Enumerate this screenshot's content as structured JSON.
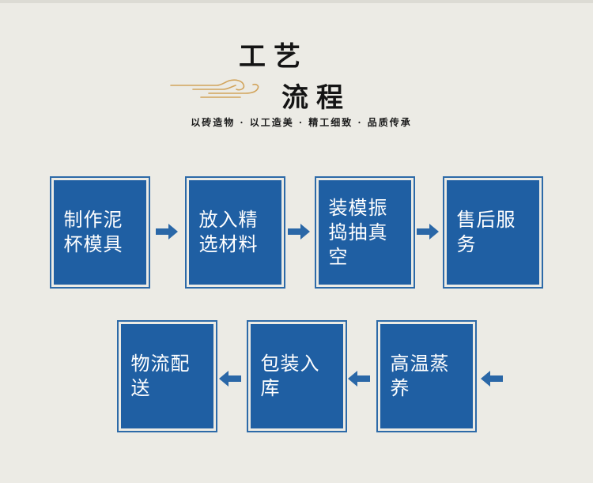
{
  "header": {
    "title_line1": "工艺",
    "title_line2": "流程",
    "subtitle": "以砖造物 · 以工造美 · 精工细致 · 品质传承"
  },
  "colors": {
    "background": "#ecebe5",
    "box_fill": "#1f5fa3",
    "box_border": "#2d6aa8",
    "arrow": "#2a67a7",
    "ornament": "#d2a45c"
  },
  "icons": {
    "ornament": "cloud-pattern-icon",
    "arrow_right": "arrow-right-icon",
    "arrow_left": "arrow-left-icon"
  },
  "steps": [
    {
      "label": "制作泥杯模具"
    },
    {
      "label": "放入精选材料"
    },
    {
      "label": "装模振捣抽真空"
    },
    {
      "label": "售后服务"
    },
    {
      "label": "高温蒸养"
    },
    {
      "label": "包装入库"
    },
    {
      "label": "物流配送"
    }
  ]
}
